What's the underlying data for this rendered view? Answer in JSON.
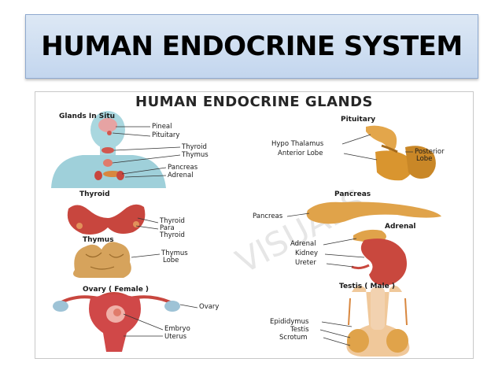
{
  "slide_title": "HUMAN ENDOCRINE SYSTEM",
  "poster": {
    "title": "HUMAN ENDOCRINE GLANDS",
    "watermark": "VISUALS",
    "sections": {
      "glands_in_situ": "Glands In Situ",
      "pituitary": "Pituitary",
      "thyroid": "Thyroid",
      "pancreas": "Pancreas",
      "thymus": "Thymus",
      "adrenal": "Adrenal",
      "ovary": "Ovary ( Female )",
      "testis": "Testis ( Male )"
    },
    "labels": {
      "pineal": "Pineal",
      "pituitary_small": "Pituitary",
      "thyroid_small": "Thyroid",
      "thymus_small": "Thymus",
      "pancreas_small": "Pancreas",
      "adrenal_small": "Adrenal",
      "hypo_thalamus": "Hypo Thalamus",
      "anterior_lobe": "Anterior Lobe",
      "posterior_lobe_1": "Posterior",
      "posterior_lobe_2": "Lobe",
      "thyroid_1": "Thyroid",
      "thyroid_2": "Para",
      "thyroid_3": "Thyroid",
      "pancreas_label": "Pancreas",
      "thymus_lobe_1": "Thymus",
      "thymus_lobe_2": "Lobe",
      "adrenal_label": "Adrenal",
      "kidney": "Kidney",
      "ureter": "Ureter",
      "ovary_label": "Ovary",
      "embryo": "Embryo",
      "uterus": "Uterus",
      "epididymus": "Epididymus",
      "testis_label": "Testis",
      "scrotum": "Scrotum"
    }
  },
  "colors": {
    "title_bg": "#c3d6ee",
    "organ_orange": "#e0a34a",
    "organ_red": "#c8463e",
    "body_blue": "#9fd0da"
  }
}
